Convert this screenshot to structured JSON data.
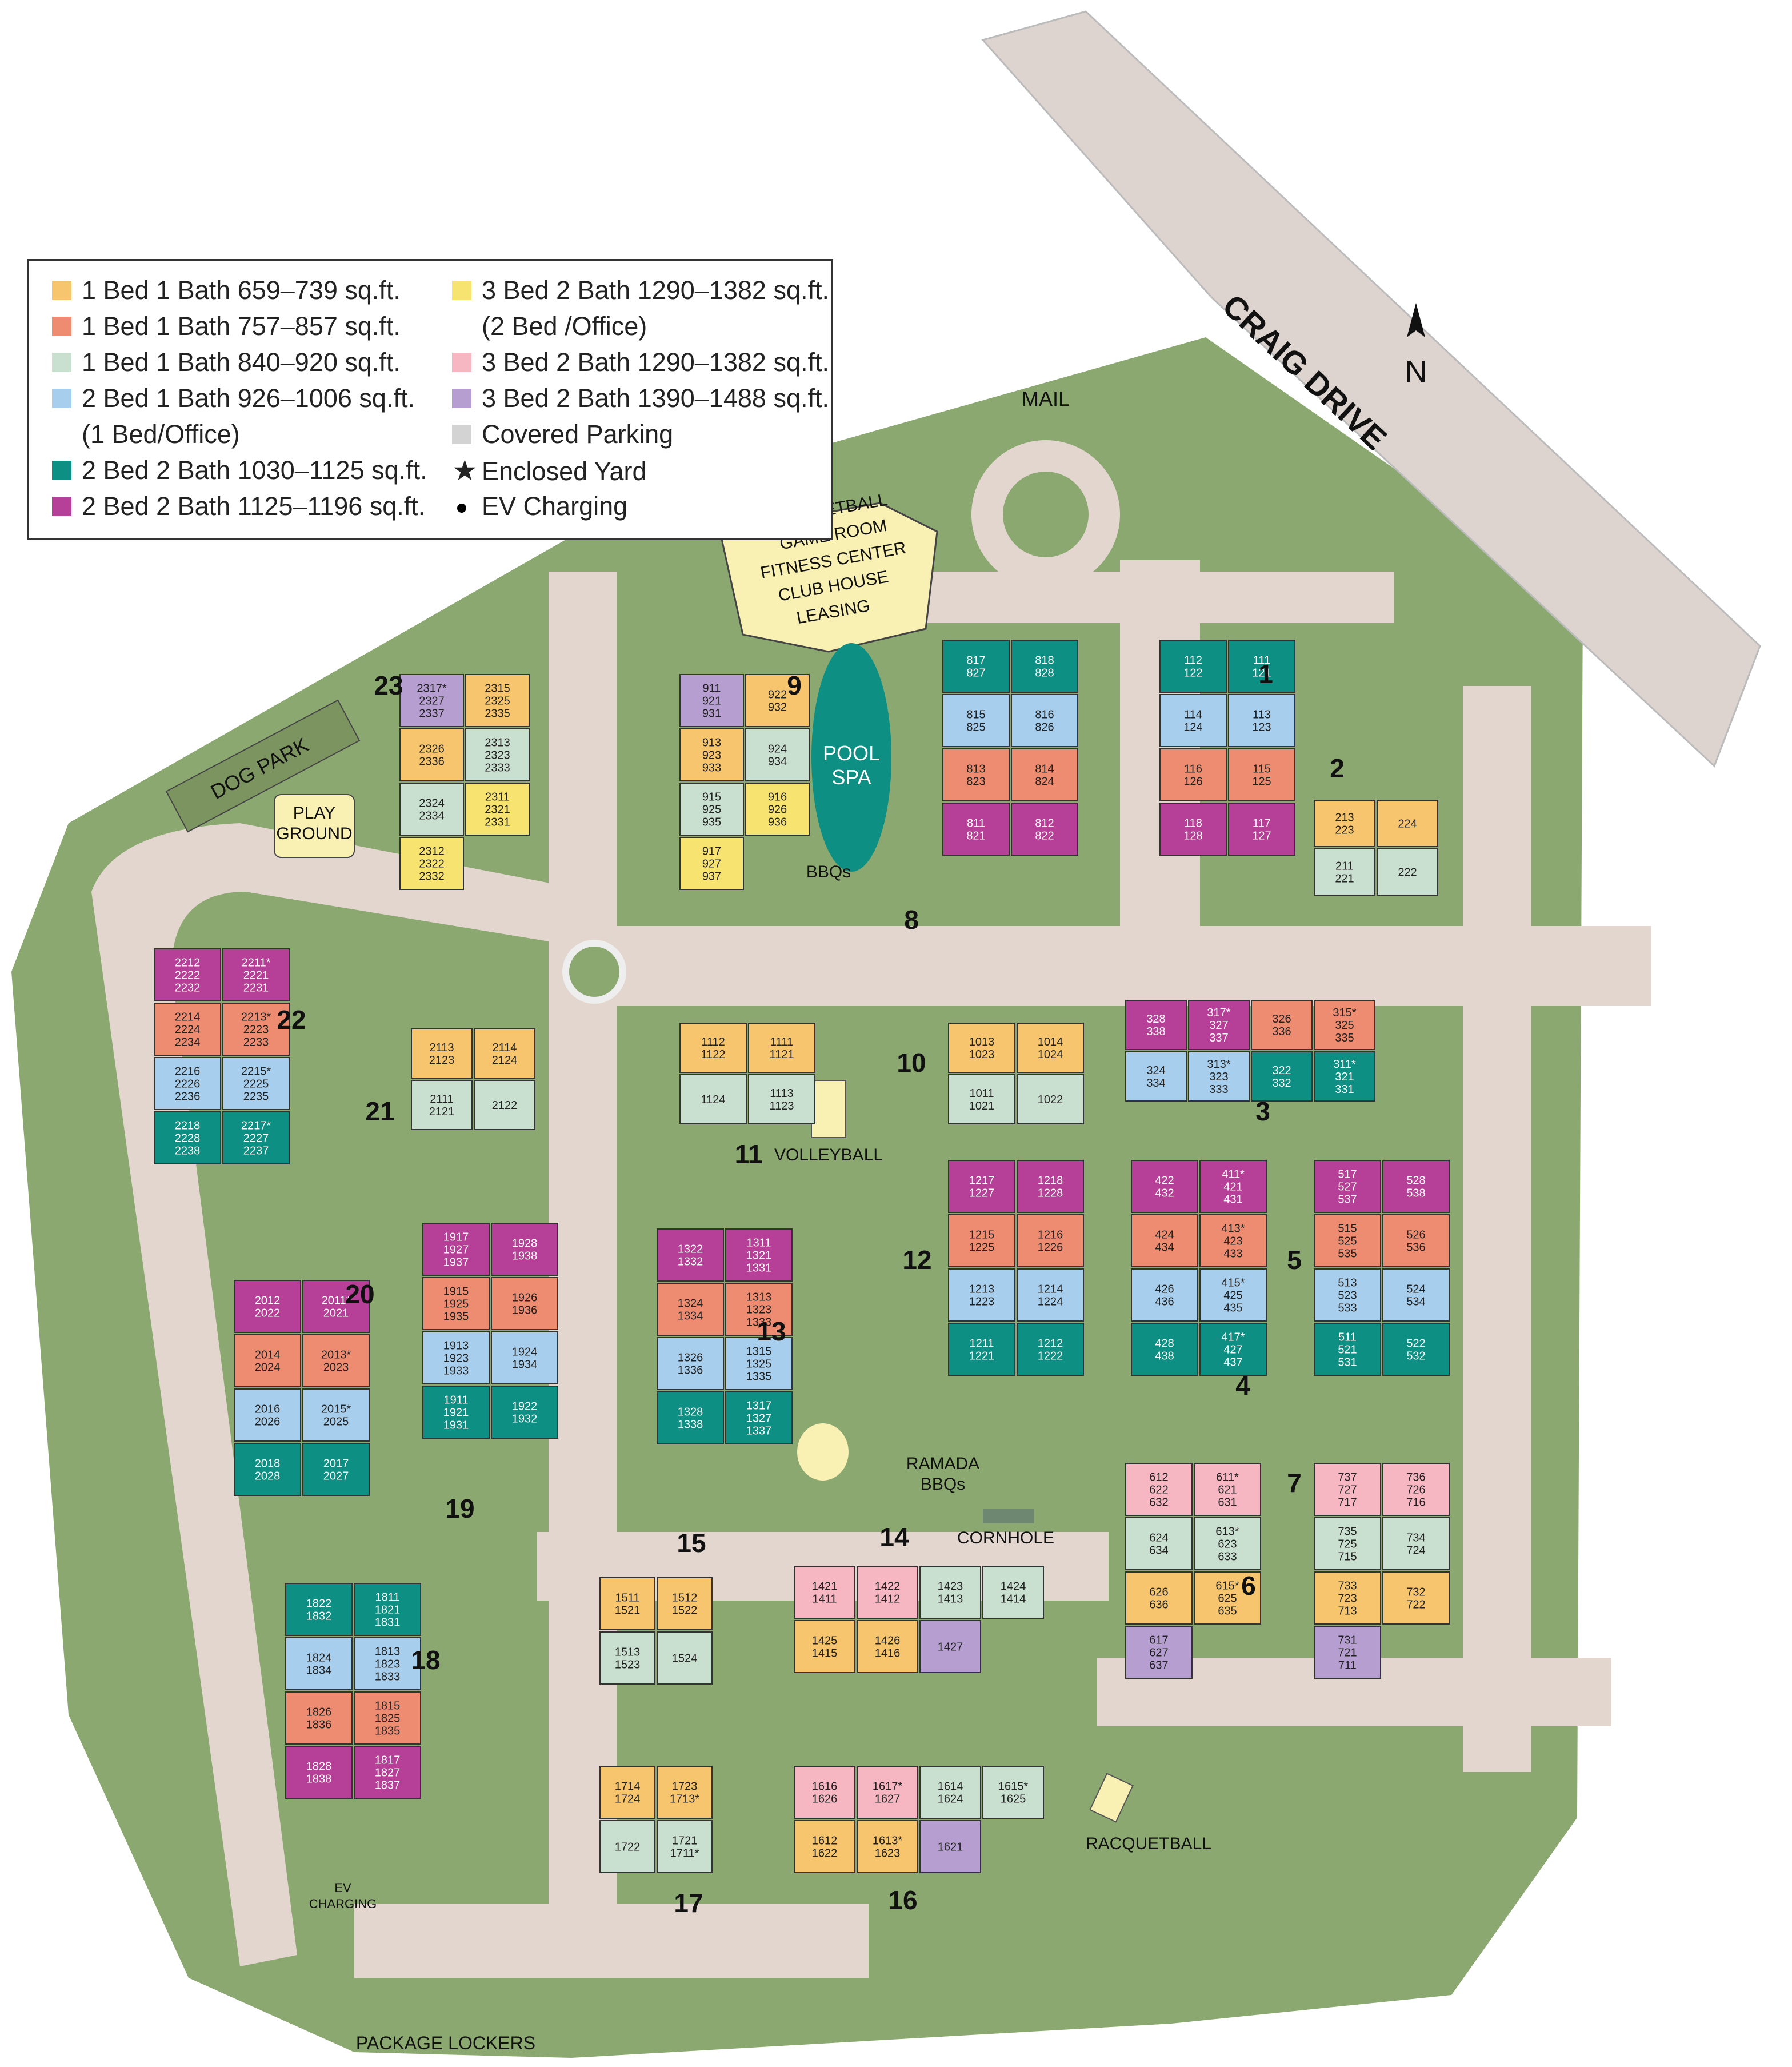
{
  "legend": {
    "items": [
      {
        "label": "1 Bed 1 Bath 659–739 sq.ft.",
        "color": "#F6C56E"
      },
      {
        "label": "1 Bed 1 Bath 757–857 sq.ft.",
        "color": "#EE8C71"
      },
      {
        "label": "1 Bed 1 Bath 840–920 sq.ft.",
        "color": "#C9DFCF"
      },
      {
        "label": "2 Bed 1 Bath 926–1006 sq.ft.",
        "color": "#A7CEEC"
      },
      {
        "label": "(1 Bed/Office)",
        "color": ""
      },
      {
        "label": "2 Bed 2 Bath 1030–1125 sq.ft.",
        "color": "#0E8F83"
      },
      {
        "label": "2 Bed 2 Bath 1125–1196 sq.ft.",
        "color": "#B63F97"
      },
      {
        "label": "3 Bed 2 Bath 1290–1382 sq.ft.",
        "color": "#F7E370"
      },
      {
        "label": "(2 Bed /Office)",
        "color": ""
      },
      {
        "label": "3 Bed 2 Bath 1290–1382 sq.ft.",
        "color": "#F6B7C3"
      },
      {
        "label": "3 Bed 2 Bath 1390–1488 sq.ft.",
        "color": "#B69FD0"
      },
      {
        "label": "Covered Parking",
        "color": "#D4D3D3"
      },
      {
        "label": "Enclosed Yard",
        "icon": "star-icon"
      },
      {
        "label": "EV Charging",
        "icon": "dot-icon"
      }
    ]
  },
  "map": {
    "street": "CRAIG DRIVE",
    "north": "N",
    "colors": {
      "grass": "#8BA870",
      "pavement": "#E3D6CF",
      "road": "#DDD4CF",
      "bg": "#FFFFFF"
    },
    "labels": {
      "mail": "MAIL",
      "dog_park": "DOG PARK",
      "play_ground": "PLAY\nGROUND",
      "clubhouse": [
        "BASKETBALL",
        "GAME ROOM",
        "FITNESS CENTER",
        "CLUB HOUSE",
        "LEASING"
      ],
      "pool": [
        "POOL",
        "SPA"
      ],
      "bbqs": "BBQs",
      "volleyball": "VOLLEYBALL",
      "ramada": [
        "RAMADA",
        "BBQs"
      ],
      "cornhole": "CORNHOLE",
      "racquetball": "RACQUETBALL",
      "package_lockers": "PACKAGE LOCKERS",
      "ev_charging": [
        "EV",
        "CHARGING"
      ]
    },
    "buildings": [
      {
        "num": "1",
        "units": [
          [
            "112\n122",
            "#0E8F83"
          ],
          [
            "111\n121",
            "#0E8F83"
          ],
          [
            "114\n124",
            "#A7CEEC"
          ],
          [
            "113\n123",
            "#A7CEEC"
          ],
          [
            "116\n126",
            "#EE8C71"
          ],
          [
            "115\n125",
            "#EE8C71"
          ],
          [
            "118\n128",
            "#B63F97"
          ],
          [
            "117\n127",
            "#B63F97"
          ]
        ]
      },
      {
        "num": "2",
        "units": [
          [
            "213\n223",
            "#F6C56E"
          ],
          [
            "224",
            "#F6C56E"
          ],
          [
            "211\n221",
            "#C9DFCF"
          ],
          [
            "222",
            "#C9DFCF"
          ]
        ]
      },
      {
        "num": "3",
        "units": [
          [
            "328\n338",
            "#B63F97"
          ],
          [
            "317*\n327\n337",
            "#B63F97"
          ],
          [
            "326\n336",
            "#EE8C71"
          ],
          [
            "315*\n325\n335",
            "#EE8C71"
          ],
          [
            "324\n334",
            "#A7CEEC"
          ],
          [
            "313*\n323\n333",
            "#A7CEEC"
          ],
          [
            "322\n332",
            "#0E8F83"
          ],
          [
            "311*\n321\n331",
            "#0E8F83"
          ]
        ]
      },
      {
        "num": "4",
        "units": [
          [
            "422\n432",
            "#B63F97"
          ],
          [
            "411*\n421\n431",
            "#B63F97"
          ],
          [
            "424\n434",
            "#EE8C71"
          ],
          [
            "413*\n423\n433",
            "#EE8C71"
          ],
          [
            "426\n436",
            "#A7CEEC"
          ],
          [
            "415*\n425\n435",
            "#A7CEEC"
          ],
          [
            "428\n438",
            "#0E8F83"
          ],
          [
            "417*\n427\n437",
            "#0E8F83"
          ]
        ]
      },
      {
        "num": "5",
        "units": [
          [
            "517\n527\n537",
            "#B63F97"
          ],
          [
            "528\n538",
            "#B63F97"
          ],
          [
            "515\n525\n535",
            "#EE8C71"
          ],
          [
            "526\n536",
            "#EE8C71"
          ],
          [
            "513\n523\n533",
            "#A7CEEC"
          ],
          [
            "524\n534",
            "#A7CEEC"
          ],
          [
            "511\n521\n531",
            "#0E8F83"
          ],
          [
            "522\n532",
            "#0E8F83"
          ]
        ]
      },
      {
        "num": "6",
        "units": [
          [
            "612\n622\n632",
            "#F6B7C3"
          ],
          [
            "611*\n621\n631",
            "#F6B7C3"
          ],
          [
            "624\n634",
            "#C9DFCF"
          ],
          [
            "613*\n623\n633",
            "#C9DFCF"
          ],
          [
            "626\n636",
            "#F6C56E"
          ],
          [
            "615*\n625\n635",
            "#F6C56E"
          ],
          [
            "617\n627\n637",
            "#B69FD0"
          ]
        ]
      },
      {
        "num": "7",
        "units": [
          [
            "737\n727\n717",
            "#F6B7C3"
          ],
          [
            "736\n726\n716",
            "#F6B7C3"
          ],
          [
            "735\n725\n715",
            "#C9DFCF"
          ],
          [
            "734\n724",
            "#C9DFCF"
          ],
          [
            "733\n723\n713",
            "#F6C56E"
          ],
          [
            "732\n722",
            "#F6C56E"
          ],
          [
            "731\n721\n711",
            "#B69FD0"
          ]
        ]
      },
      {
        "num": "8",
        "units": [
          [
            "817\n827",
            "#0E8F83"
          ],
          [
            "818\n828",
            "#0E8F83"
          ],
          [
            "815\n825",
            "#A7CEEC"
          ],
          [
            "816\n826",
            "#A7CEEC"
          ],
          [
            "813\n823",
            "#EE8C71"
          ],
          [
            "814\n824",
            "#EE8C71"
          ],
          [
            "811\n821",
            "#B63F97"
          ],
          [
            "812\n822",
            "#B63F97"
          ]
        ]
      },
      {
        "num": "9",
        "units": [
          [
            "911\n921\n931",
            "#B69FD0"
          ],
          [
            "922\n932",
            "#F6C56E"
          ],
          [
            "913\n923\n933",
            "#F6C56E"
          ],
          [
            "924\n934",
            "#C9DFCF"
          ],
          [
            "915\n925\n935",
            "#C9DFCF"
          ],
          [
            "916\n926\n936",
            "#F7E370"
          ],
          [
            "917\n927\n937",
            "#F7E370"
          ]
        ]
      },
      {
        "num": "10",
        "units": [
          [
            "1013\n1023",
            "#F6C56E"
          ],
          [
            "1014\n1024",
            "#F6C56E"
          ],
          [
            "1011\n1021",
            "#C9DFCF"
          ],
          [
            "1022",
            "#C9DFCF"
          ]
        ]
      },
      {
        "num": "11",
        "units": [
          [
            "1112\n1122",
            "#F6C56E"
          ],
          [
            "1111\n1121",
            "#F6C56E"
          ],
          [
            "1124",
            "#C9DFCF"
          ],
          [
            "1113\n1123",
            "#C9DFCF"
          ]
        ]
      },
      {
        "num": "12",
        "units": [
          [
            "1217\n1227",
            "#B63F97"
          ],
          [
            "1218\n1228",
            "#B63F97"
          ],
          [
            "1215\n1225",
            "#EE8C71"
          ],
          [
            "1216\n1226",
            "#EE8C71"
          ],
          [
            "1213\n1223",
            "#A7CEEC"
          ],
          [
            "1214\n1224",
            "#A7CEEC"
          ],
          [
            "1211\n1221",
            "#0E8F83"
          ],
          [
            "1212\n1222",
            "#0E8F83"
          ]
        ]
      },
      {
        "num": "13",
        "units": [
          [
            "1322\n1332",
            "#B63F97"
          ],
          [
            "1311\n1321\n1331",
            "#B63F97"
          ],
          [
            "1324\n1334",
            "#EE8C71"
          ],
          [
            "1313\n1323\n1333",
            "#EE8C71"
          ],
          [
            "1326\n1336",
            "#A7CEEC"
          ],
          [
            "1315\n1325\n1335",
            "#A7CEEC"
          ],
          [
            "1328\n1338",
            "#0E8F83"
          ],
          [
            "1317\n1327\n1337",
            "#0E8F83"
          ]
        ]
      },
      {
        "num": "14",
        "units": [
          [
            "1421\n1411",
            "#F6B7C3"
          ],
          [
            "1422\n1412",
            "#F6B7C3"
          ],
          [
            "1423\n1413",
            "#C9DFCF"
          ],
          [
            "1424\n1414",
            "#C9DFCF"
          ],
          [
            "1425\n1415",
            "#F6C56E"
          ],
          [
            "1426\n1416",
            "#F6C56E"
          ],
          [
            "1427",
            "#B69FD0"
          ]
        ]
      },
      {
        "num": "15",
        "units": [
          [
            "1511\n1521",
            "#F6C56E"
          ],
          [
            "1512\n1522",
            "#F6C56E"
          ],
          [
            "1513\n1523",
            "#C9DFCF"
          ],
          [
            "1524",
            "#C9DFCF"
          ]
        ]
      },
      {
        "num": "16",
        "units": [
          [
            "1616\n1626",
            "#F6B7C3"
          ],
          [
            "1617*\n1627",
            "#F6B7C3"
          ],
          [
            "1614\n1624",
            "#C9DFCF"
          ],
          [
            "1615*\n1625",
            "#C9DFCF"
          ],
          [
            "1612\n1622",
            "#F6C56E"
          ],
          [
            "1613*\n1623",
            "#F6C56E"
          ],
          [
            "1621",
            "#B69FD0"
          ]
        ]
      },
      {
        "num": "17",
        "units": [
          [
            "1714\n1724",
            "#F6C56E"
          ],
          [
            "1723\n1713*",
            "#F6C56E"
          ],
          [
            "1722",
            "#C9DFCF"
          ],
          [
            "1721\n1711*",
            "#C9DFCF"
          ]
        ]
      },
      {
        "num": "18",
        "units": [
          [
            "1822\n1832",
            "#0E8F83"
          ],
          [
            "1811\n1821\n1831",
            "#0E8F83"
          ],
          [
            "1824\n1834",
            "#A7CEEC"
          ],
          [
            "1813\n1823\n1833",
            "#A7CEEC"
          ],
          [
            "1826\n1836",
            "#EE8C71"
          ],
          [
            "1815\n1825\n1835",
            "#EE8C71"
          ],
          [
            "1828\n1838",
            "#B63F97"
          ],
          [
            "1817\n1827\n1837",
            "#B63F97"
          ]
        ]
      },
      {
        "num": "19",
        "units": [
          [
            "1917\n1927\n1937",
            "#B63F97"
          ],
          [
            "1928\n1938",
            "#B63F97"
          ],
          [
            "1915\n1925\n1935",
            "#EE8C71"
          ],
          [
            "1926\n1936",
            "#EE8C71"
          ],
          [
            "1913\n1923\n1933",
            "#A7CEEC"
          ],
          [
            "1924\n1934",
            "#A7CEEC"
          ],
          [
            "1911\n1921\n1931",
            "#0E8F83"
          ],
          [
            "1922\n1932",
            "#0E8F83"
          ]
        ]
      },
      {
        "num": "20",
        "units": [
          [
            "2012\n2022",
            "#B63F97"
          ],
          [
            "2011*\n2021",
            "#B63F97"
          ],
          [
            "2014\n2024",
            "#EE8C71"
          ],
          [
            "2013*\n2023",
            "#EE8C71"
          ],
          [
            "2016\n2026",
            "#A7CEEC"
          ],
          [
            "2015*\n2025",
            "#A7CEEC"
          ],
          [
            "2018\n2028",
            "#0E8F83"
          ],
          [
            "2017\n2027",
            "#0E8F83"
          ]
        ]
      },
      {
        "num": "21",
        "units": [
          [
            "2113\n2123",
            "#F6C56E"
          ],
          [
            "2114\n2124",
            "#F6C56E"
          ],
          [
            "2111\n2121",
            "#C9DFCF"
          ],
          [
            "2122",
            "#C9DFCF"
          ]
        ]
      },
      {
        "num": "22",
        "units": [
          [
            "2212\n2222\n2232",
            "#B63F97"
          ],
          [
            "2211*\n2221\n2231",
            "#B63F97"
          ],
          [
            "2214\n2224\n2234",
            "#EE8C71"
          ],
          [
            "2213*\n2223\n2233",
            "#EE8C71"
          ],
          [
            "2216\n2226\n2236",
            "#A7CEEC"
          ],
          [
            "2215*\n2225\n2235",
            "#A7CEEC"
          ],
          [
            "2218\n2228\n2238",
            "#0E8F83"
          ],
          [
            "2217*\n2227\n2237",
            "#0E8F83"
          ]
        ]
      },
      {
        "num": "23",
        "units": [
          [
            "2317*\n2327\n2337",
            "#B69FD0"
          ],
          [
            "2315\n2325\n2335",
            "#F6C56E"
          ],
          [
            "2326\n2336",
            "#F6C56E"
          ],
          [
            "2313\n2323\n2333",
            "#C9DFCF"
          ],
          [
            "2324\n2334",
            "#C9DFCF"
          ],
          [
            "2311\n2321\n2331",
            "#F7E370"
          ],
          [
            "2312\n2322\n2332",
            "#F7E370"
          ]
        ]
      }
    ]
  }
}
